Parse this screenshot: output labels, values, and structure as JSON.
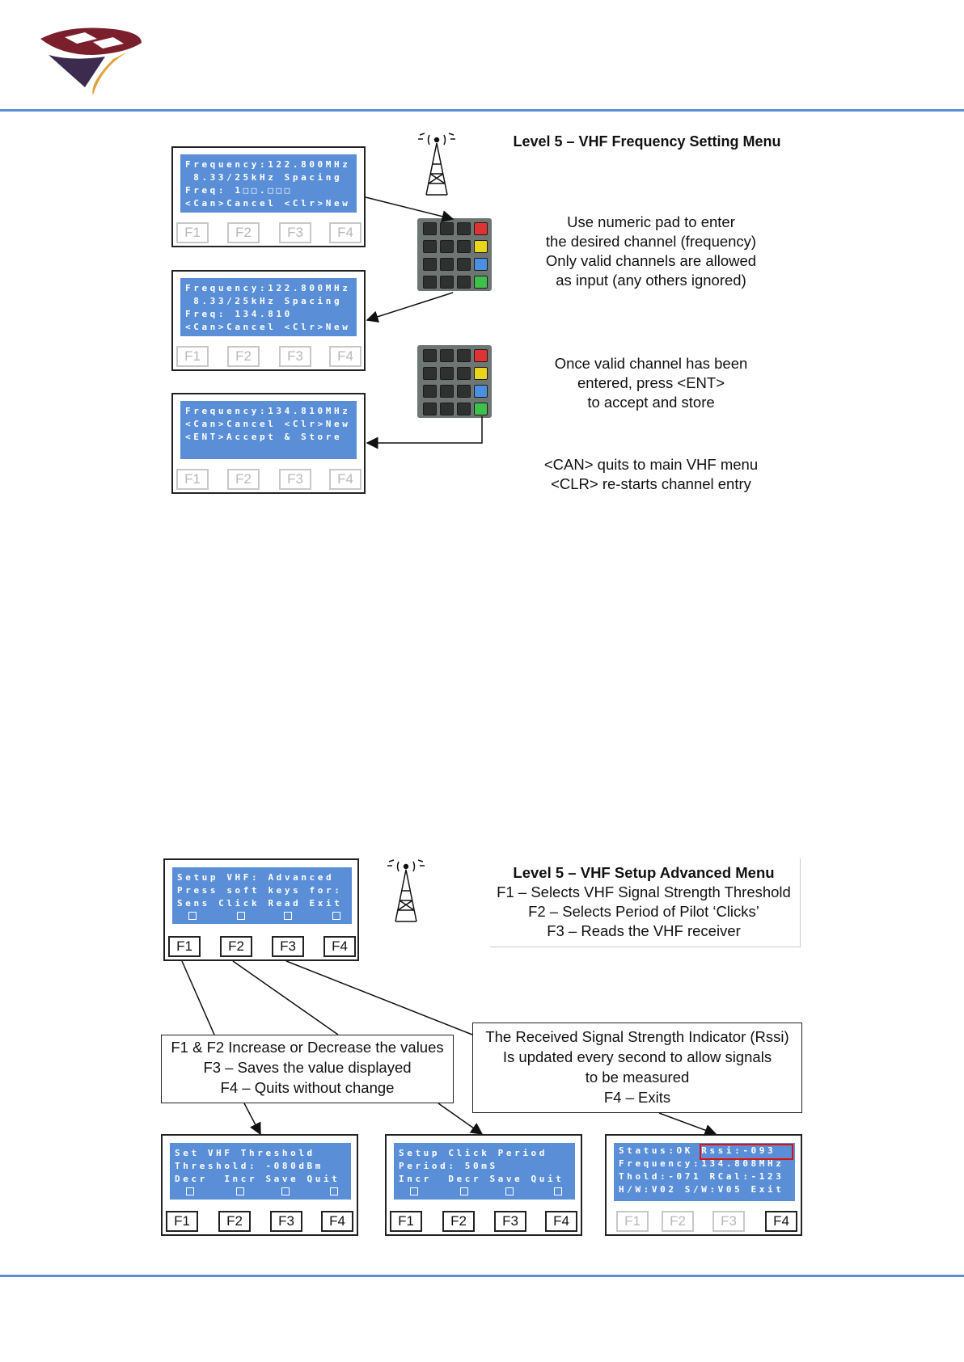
{
  "section1": {
    "title": "Level 5 – VHF Frequency Setting Menu",
    "screen1_lines": [
      "Frequency:122.800MHz",
      " 8.33/25kHz Spacing",
      "Freq: 1□□.□□□",
      "<Can>Cancel <Clr>New"
    ],
    "screen2_lines": [
      "Frequency:122.800MHz",
      " 8.33/25kHz Spacing",
      "Freq: 134.810",
      "<Can>Cancel <Clr>New"
    ],
    "screen3_lines": [
      "Frequency:134.810MHz",
      "<Can>Cancel <Clr>New",
      "<ENT>Accept & Store"
    ],
    "fkeys": [
      "F1",
      "F2",
      "F3",
      "F4"
    ],
    "desc1": [
      "Use numeric pad to enter",
      "the desired channel (frequency)",
      "Only valid channels are allowed",
      "as input (any others ignored)"
    ],
    "desc2": [
      "Once valid channel has been",
      "entered, press <ENT>",
      "to accept and store"
    ],
    "desc3": [
      "<CAN> quits to main VHF menu",
      "<CLR> re-starts channel entry"
    ]
  },
  "section2": {
    "main_screen_lines": [
      "Setup VHF: Advanced",
      "Press soft keys for:",
      "Sens Click Read Exit"
    ],
    "fkeys": [
      "F1",
      "F2",
      "F3",
      "F4"
    ],
    "title": "Level 5 – VHF Setup Advanced Menu",
    "title_lines": [
      "F1 – Selects VHF Signal Strength Threshold",
      "F2 – Selects Period of Pilot ‘Clicks’",
      "F3 – Reads the VHF receiver"
    ],
    "callout_left": [
      "F1 & F2 Increase or Decrease the values",
      "F3 – Saves the value displayed",
      "F4 – Quits without change"
    ],
    "callout_right": [
      "The Received Signal Strength Indicator (Rssi)",
      "Is updated every second to allow signals",
      "to be measured",
      "F4 – Exits"
    ],
    "threshold_lines": [
      "Set VHF Threshold",
      "Threshold: -080dBm",
      "Decr  Incr Save Quit"
    ],
    "click_lines": [
      "Setup Click Period",
      "Period: 50mS",
      "Incr  Decr Save Quit"
    ],
    "status_lines": [
      "Status:OK Rssi:-093",
      "Frequency:134.808MHz",
      "Thold:-071 RCal:-123",
      "H/W:V02 S/W:V05 Exit"
    ]
  }
}
